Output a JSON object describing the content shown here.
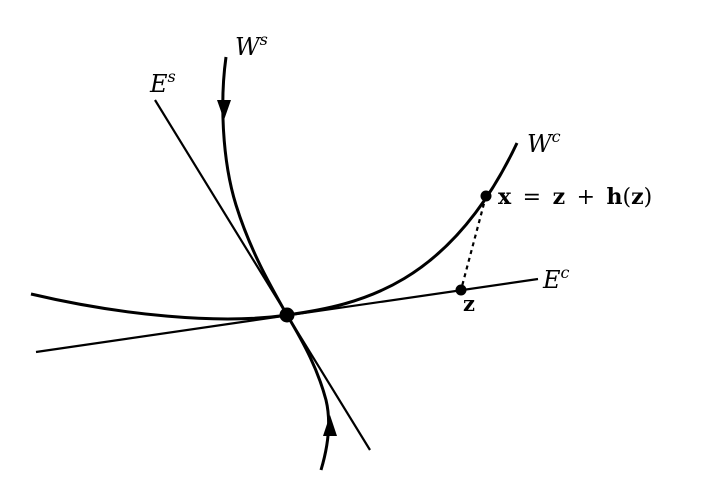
{
  "diagram": {
    "labels": {
      "Ws": {
        "base": "W",
        "sup": "s"
      },
      "Es": {
        "base": "E",
        "sup": "s"
      },
      "Wc": {
        "base": "W",
        "sup": "c"
      },
      "Ec": {
        "base": "E",
        "sup": "c"
      },
      "z": "z",
      "x_eq": {
        "x": "x",
        "eq": "=",
        "z": "z",
        "plus": "+",
        "h": "h",
        "lparen": "(",
        "z2": "z",
        "rparen": ")"
      }
    },
    "colors": {
      "stroke": "#000000",
      "background": "#ffffff"
    }
  }
}
